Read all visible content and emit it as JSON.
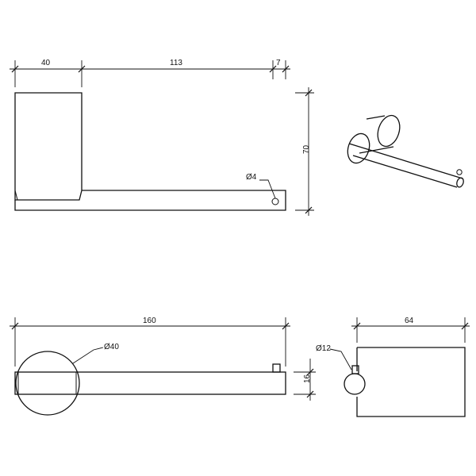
{
  "colors": {
    "line": "#111111",
    "background": "#ffffff"
  },
  "dimensions": {
    "top_left_width": "40",
    "top_arm_length": "113",
    "top_tip": "7",
    "side_height": "70",
    "hole_diameter": "Ø4",
    "overall_length": "160",
    "base_diameter": "Ø40",
    "arm_thickness": "16",
    "end_view_depth": "64",
    "arm_diameter": "Ø12"
  }
}
